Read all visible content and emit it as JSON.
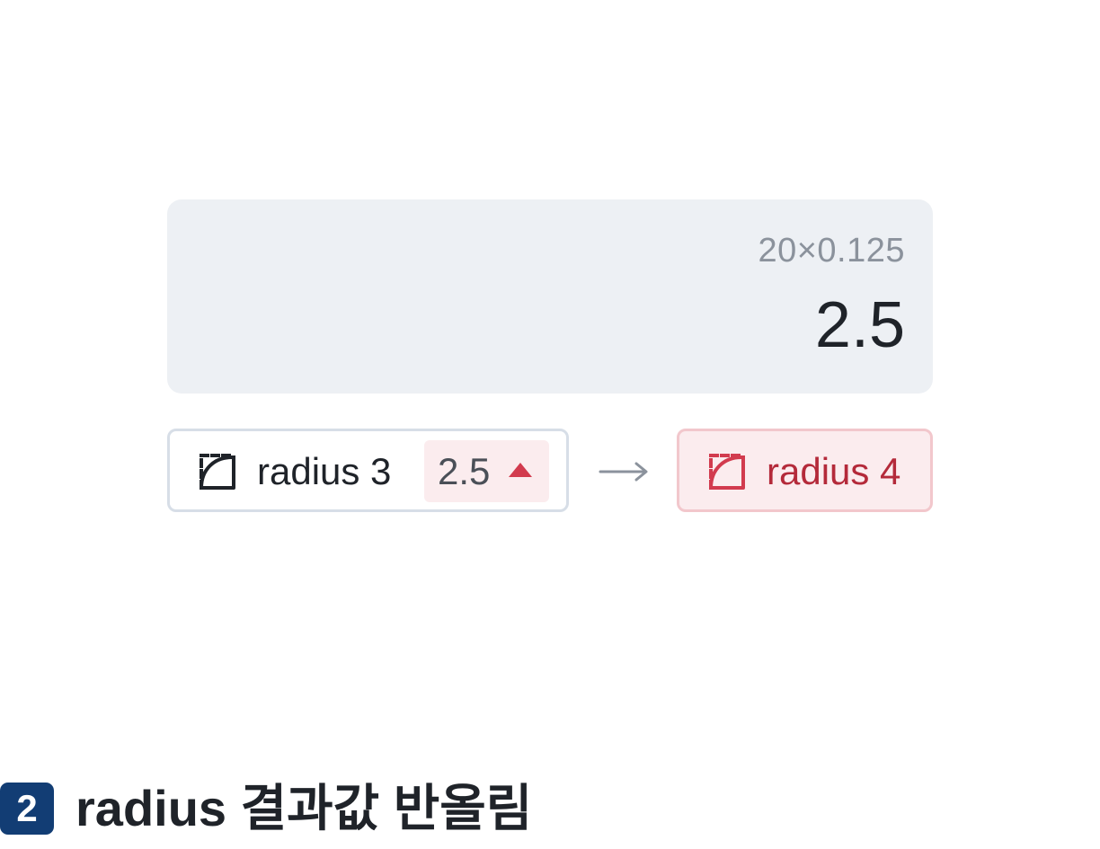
{
  "display": {
    "formula": "20×0.125",
    "result": "2.5"
  },
  "current_chip": {
    "label": "radius 3",
    "value": "2.5",
    "icon": "corner-radius-icon",
    "trend_icon": "up-triangle-icon"
  },
  "arrow_icon": "right-arrow-icon",
  "next_chip": {
    "label": "radius 4",
    "icon": "corner-radius-icon"
  },
  "section": {
    "number": "2",
    "title": "radius 결과값 반올림"
  },
  "colors": {
    "panel_bg": "#edf0f4",
    "accent_red": "#d23b4e",
    "accent_red_text": "#b42a3a",
    "accent_red_bg": "#fbecee",
    "badge_bg": "#123d74"
  }
}
